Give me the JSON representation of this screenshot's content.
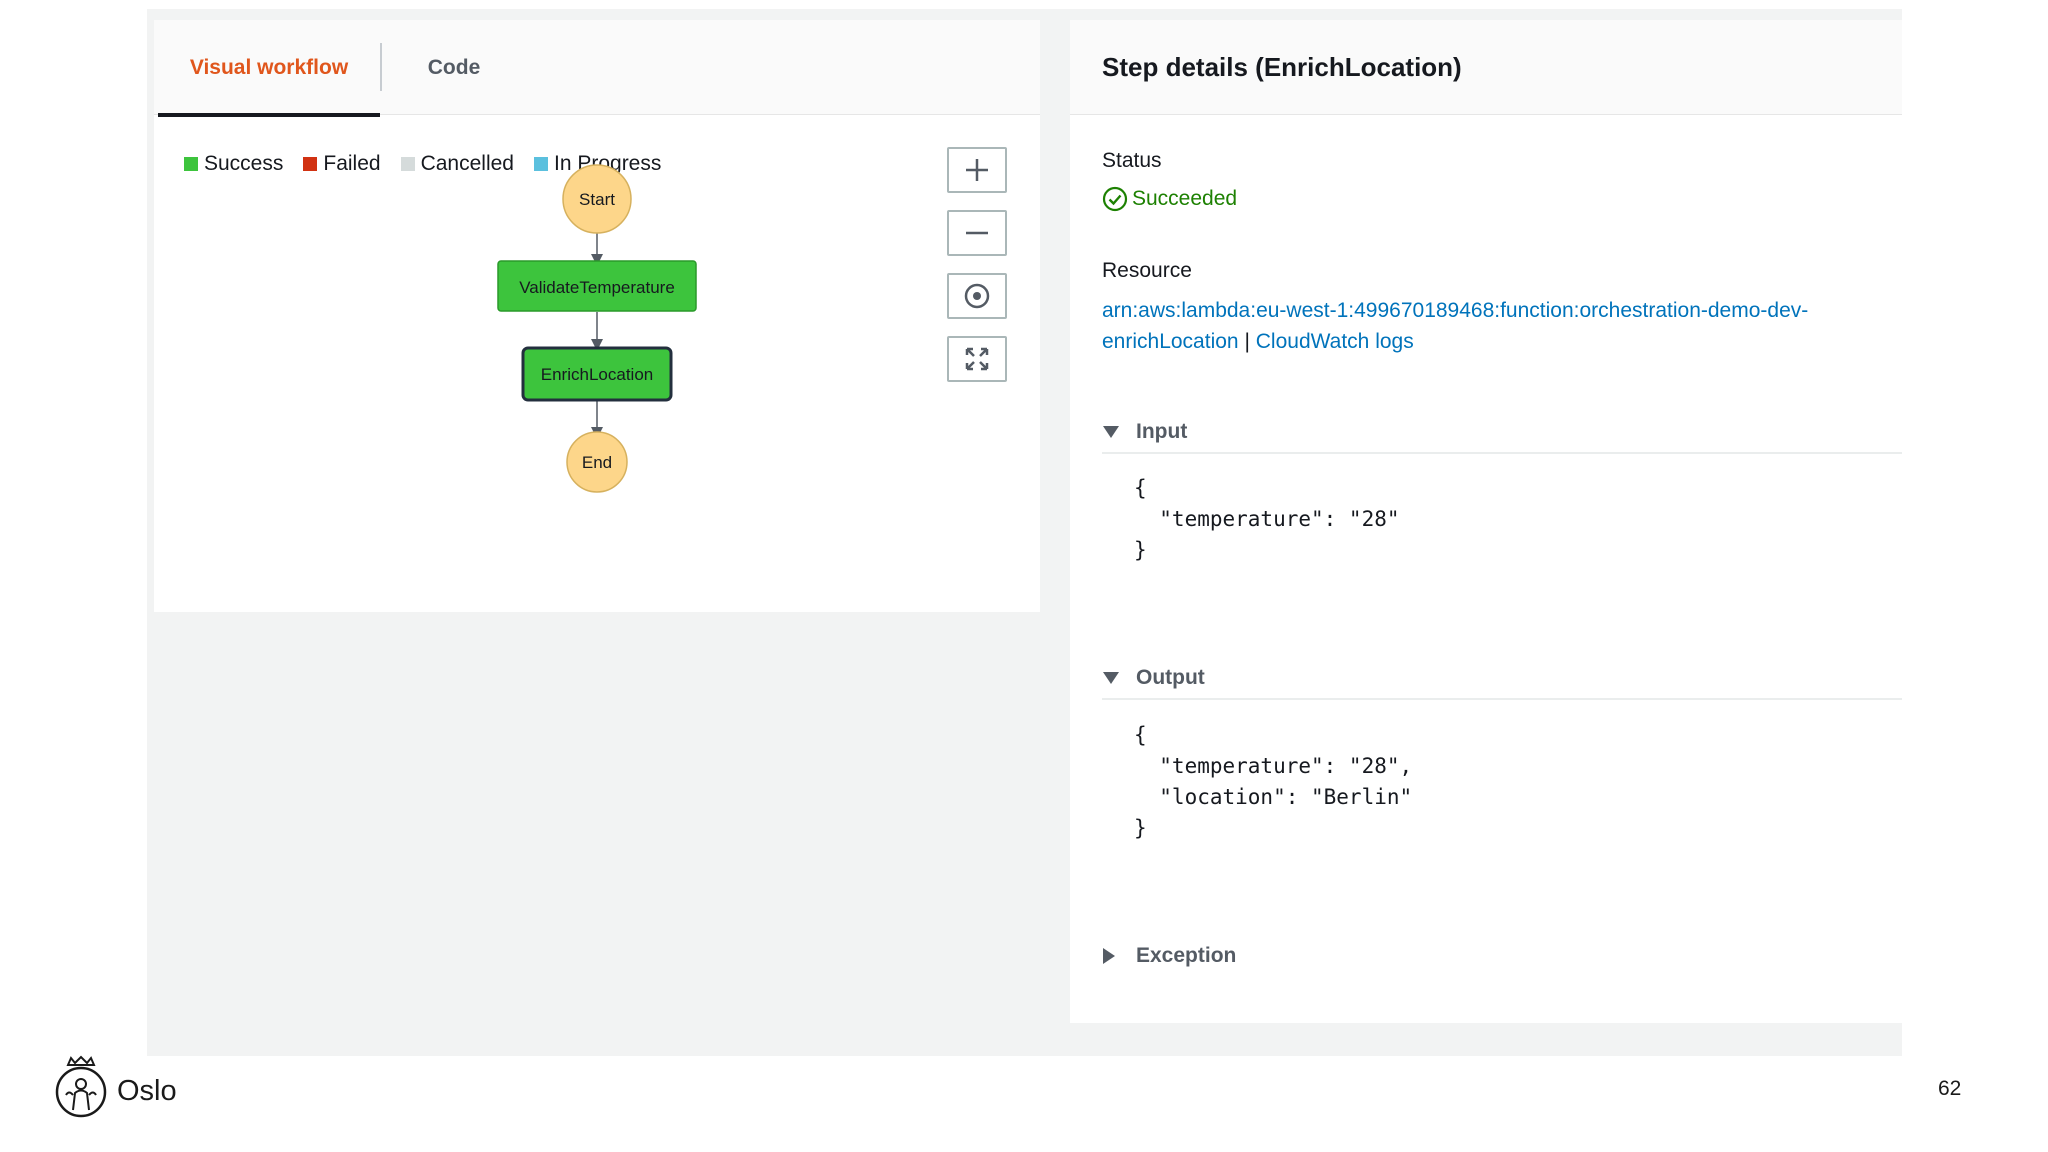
{
  "workflow": {
    "tabs": [
      {
        "label": "Visual workflow",
        "active": true
      },
      {
        "label": "Code",
        "active": false
      }
    ],
    "legend": [
      {
        "label": "Success",
        "color": "#3dc43d"
      },
      {
        "label": "Failed",
        "color": "#d13212"
      },
      {
        "label": "Cancelled",
        "color": "#d5dbdb"
      },
      {
        "label": "In Progress",
        "color": "#5bc0de"
      }
    ],
    "nodes": {
      "start": "Start",
      "validate": "ValidateTemperature",
      "enrich": "EnrichLocation",
      "end": "End"
    },
    "colors": {
      "terminal": "#fdd68a",
      "success": "#3dc43d",
      "edge": "#545b64"
    },
    "controls": [
      "zoom-in-icon",
      "zoom-out-icon",
      "center-icon",
      "fit-to-screen-icon"
    ]
  },
  "details": {
    "title": "Step details (EnrichLocation)",
    "status_label": "Status",
    "status_value": "Succeeded",
    "resource_label": "Resource",
    "resource_arn": "arn:aws:lambda:eu-west-1:499670189468:function:orchestration-demo-dev-enrichLocation",
    "resource_separator": "|",
    "cloudwatch_link": "CloudWatch logs",
    "input_label": "Input",
    "input_code": "{\n  \"temperature\": \"28\"\n}",
    "output_label": "Output",
    "output_code": "{\n  \"temperature\": \"28\",\n  \"location\": \"Berlin\"\n}",
    "exception_label": "Exception",
    "colors": {
      "status": "#1d8102",
      "link": "#0073bb",
      "active_tab": "#e0561c"
    }
  },
  "footer": {
    "brand": "Oslo",
    "page_number": "62"
  }
}
